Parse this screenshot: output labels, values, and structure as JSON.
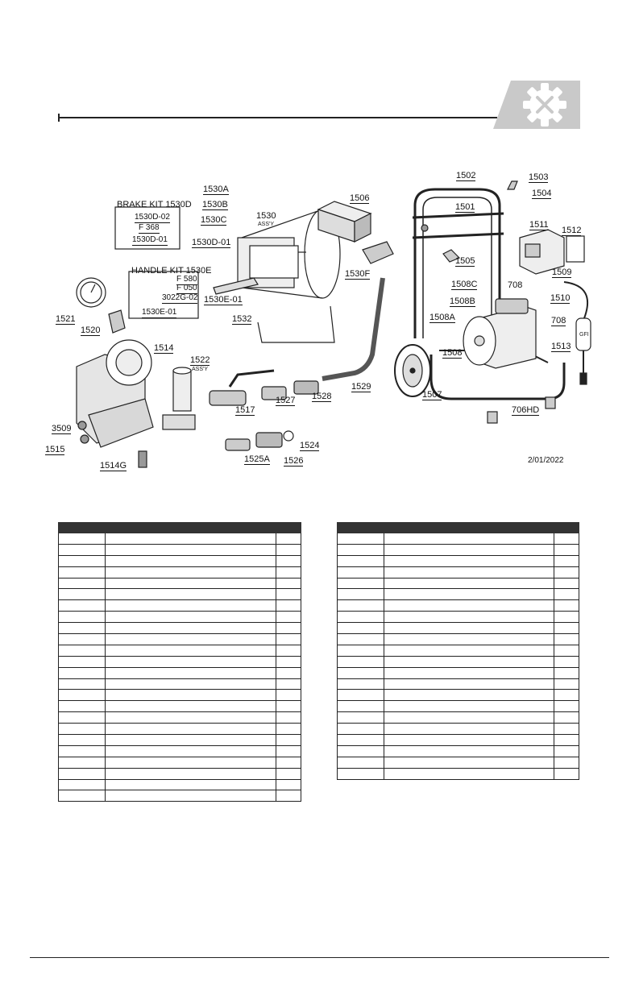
{
  "header": {
    "gear_icon": "tools-gear-icon"
  },
  "diagram": {
    "date": "2/01/2022",
    "brake_kit": {
      "title": "BRAKE KIT 1530D",
      "items": [
        "1530D-02",
        "F 368",
        "1530D-01"
      ]
    },
    "handle_kit": {
      "title": "HANDLE KIT 1530E",
      "items": [
        "F 580",
        "F 050",
        "3022G-02",
        "1530E-01"
      ]
    },
    "parts": {
      "p1530A": "1530A",
      "p1530B": "1530B",
      "p1530C": "1530C",
      "p1530": "1530",
      "assy": "ASS'Y",
      "p1530D01": "1530D-01",
      "p1530E01": "1530E-01",
      "p1506": "1506",
      "p1530F": "1530F",
      "p1502": "1502",
      "p1503": "1503",
      "p1504": "1504",
      "p1501": "1501",
      "p1505": "1505",
      "p1511": "1511",
      "p1512": "1512",
      "p708a": "708",
      "p1509": "1509",
      "p708b": "708",
      "p1508C": "1508C",
      "p1508B": "1508B",
      "p1508A": "1508A",
      "p1508": "1508",
      "p1510": "1510",
      "p1513": "1513",
      "p1507": "1507",
      "p706HD": "706HD",
      "p1532": "1532",
      "p1521": "1521",
      "p1520": "1520",
      "p1514": "1514",
      "p1522": "1522",
      "p1517": "1517",
      "p1527": "1527",
      "p1528": "1528",
      "p1529": "1529",
      "p3509": "3509",
      "p1515": "1515",
      "p1514G": "1514G",
      "p1525A": "1525A",
      "p1526": "1526",
      "p1524": "1524"
    }
  },
  "tables": {
    "left_rows": 24,
    "right_rows": 22
  }
}
